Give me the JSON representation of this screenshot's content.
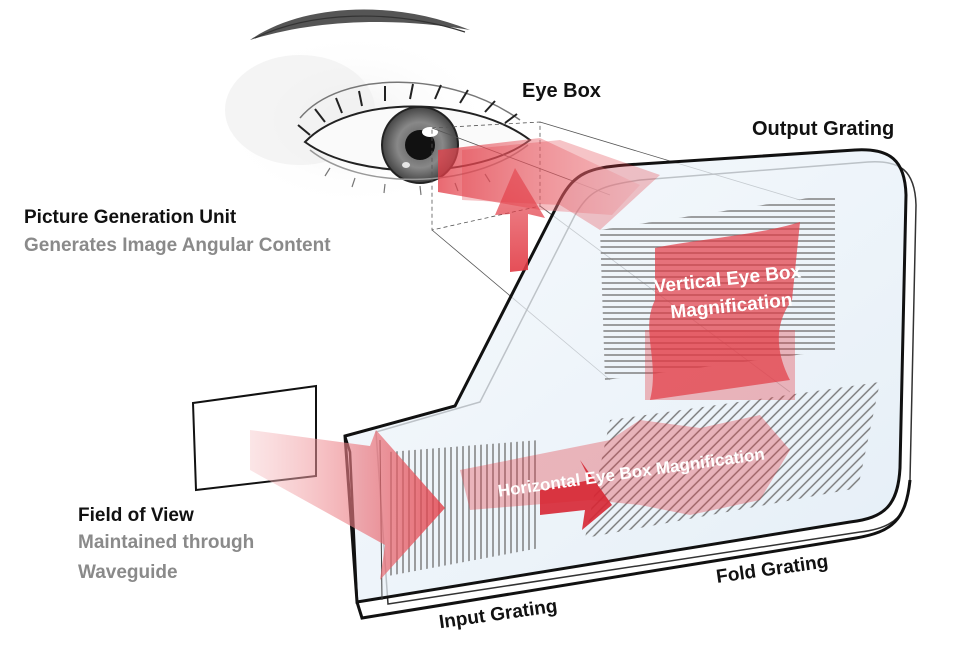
{
  "labels": {
    "eye_box": "Eye Box",
    "output_grating": "Output Grating",
    "pgu_title": "Picture Generation Unit",
    "pgu_subtitle": "Generates Image Angular Content",
    "fov_title": "Field of View",
    "fov_subtitle_line1": "Maintained through",
    "fov_subtitle_line2": "Waveguide",
    "input_grating": "Input Grating",
    "fold_grating": "Fold Grating",
    "vertical_mag_line1": "Vertical Eye Box",
    "vertical_mag_line2": "Magnification",
    "horizontal_mag": "Horizontal Eye Box Magnification"
  },
  "colors": {
    "beam_red": "#e23b45",
    "beam_light": "#f2a3a8",
    "outline": "#111111",
    "grey_text": "#8a8a8a",
    "glass": "#e6f0f8"
  },
  "icons": {
    "eye": "eye-illustration",
    "display": "picture-generation-unit-screen"
  }
}
